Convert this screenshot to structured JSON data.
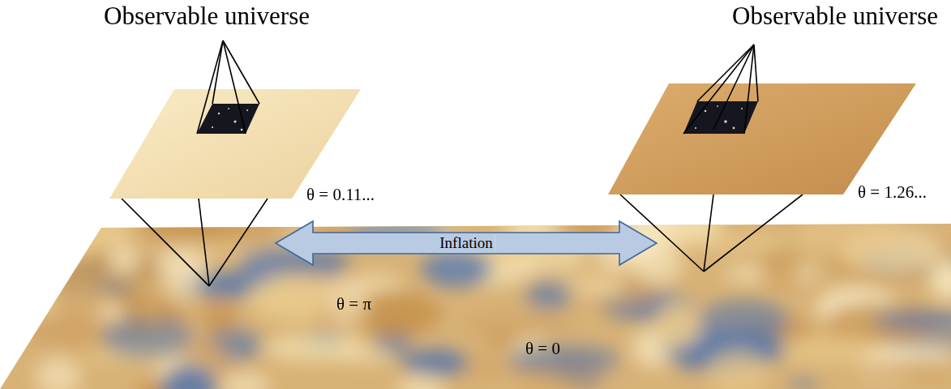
{
  "diagram": {
    "nodes": [
      {
        "text": [
          "Observable universe",
          "θ = 0.11..."
        ]
      },
      {
        "text": [
          "Observable universe",
          "θ = 1.26..."
        ]
      }
    ],
    "edges": [
      {
        "from": 0,
        "to": 1,
        "label": "Inflation",
        "arrow": "both"
      }
    ],
    "labels": [
      "θ = π",
      "θ = 0"
    ]
  }
}
